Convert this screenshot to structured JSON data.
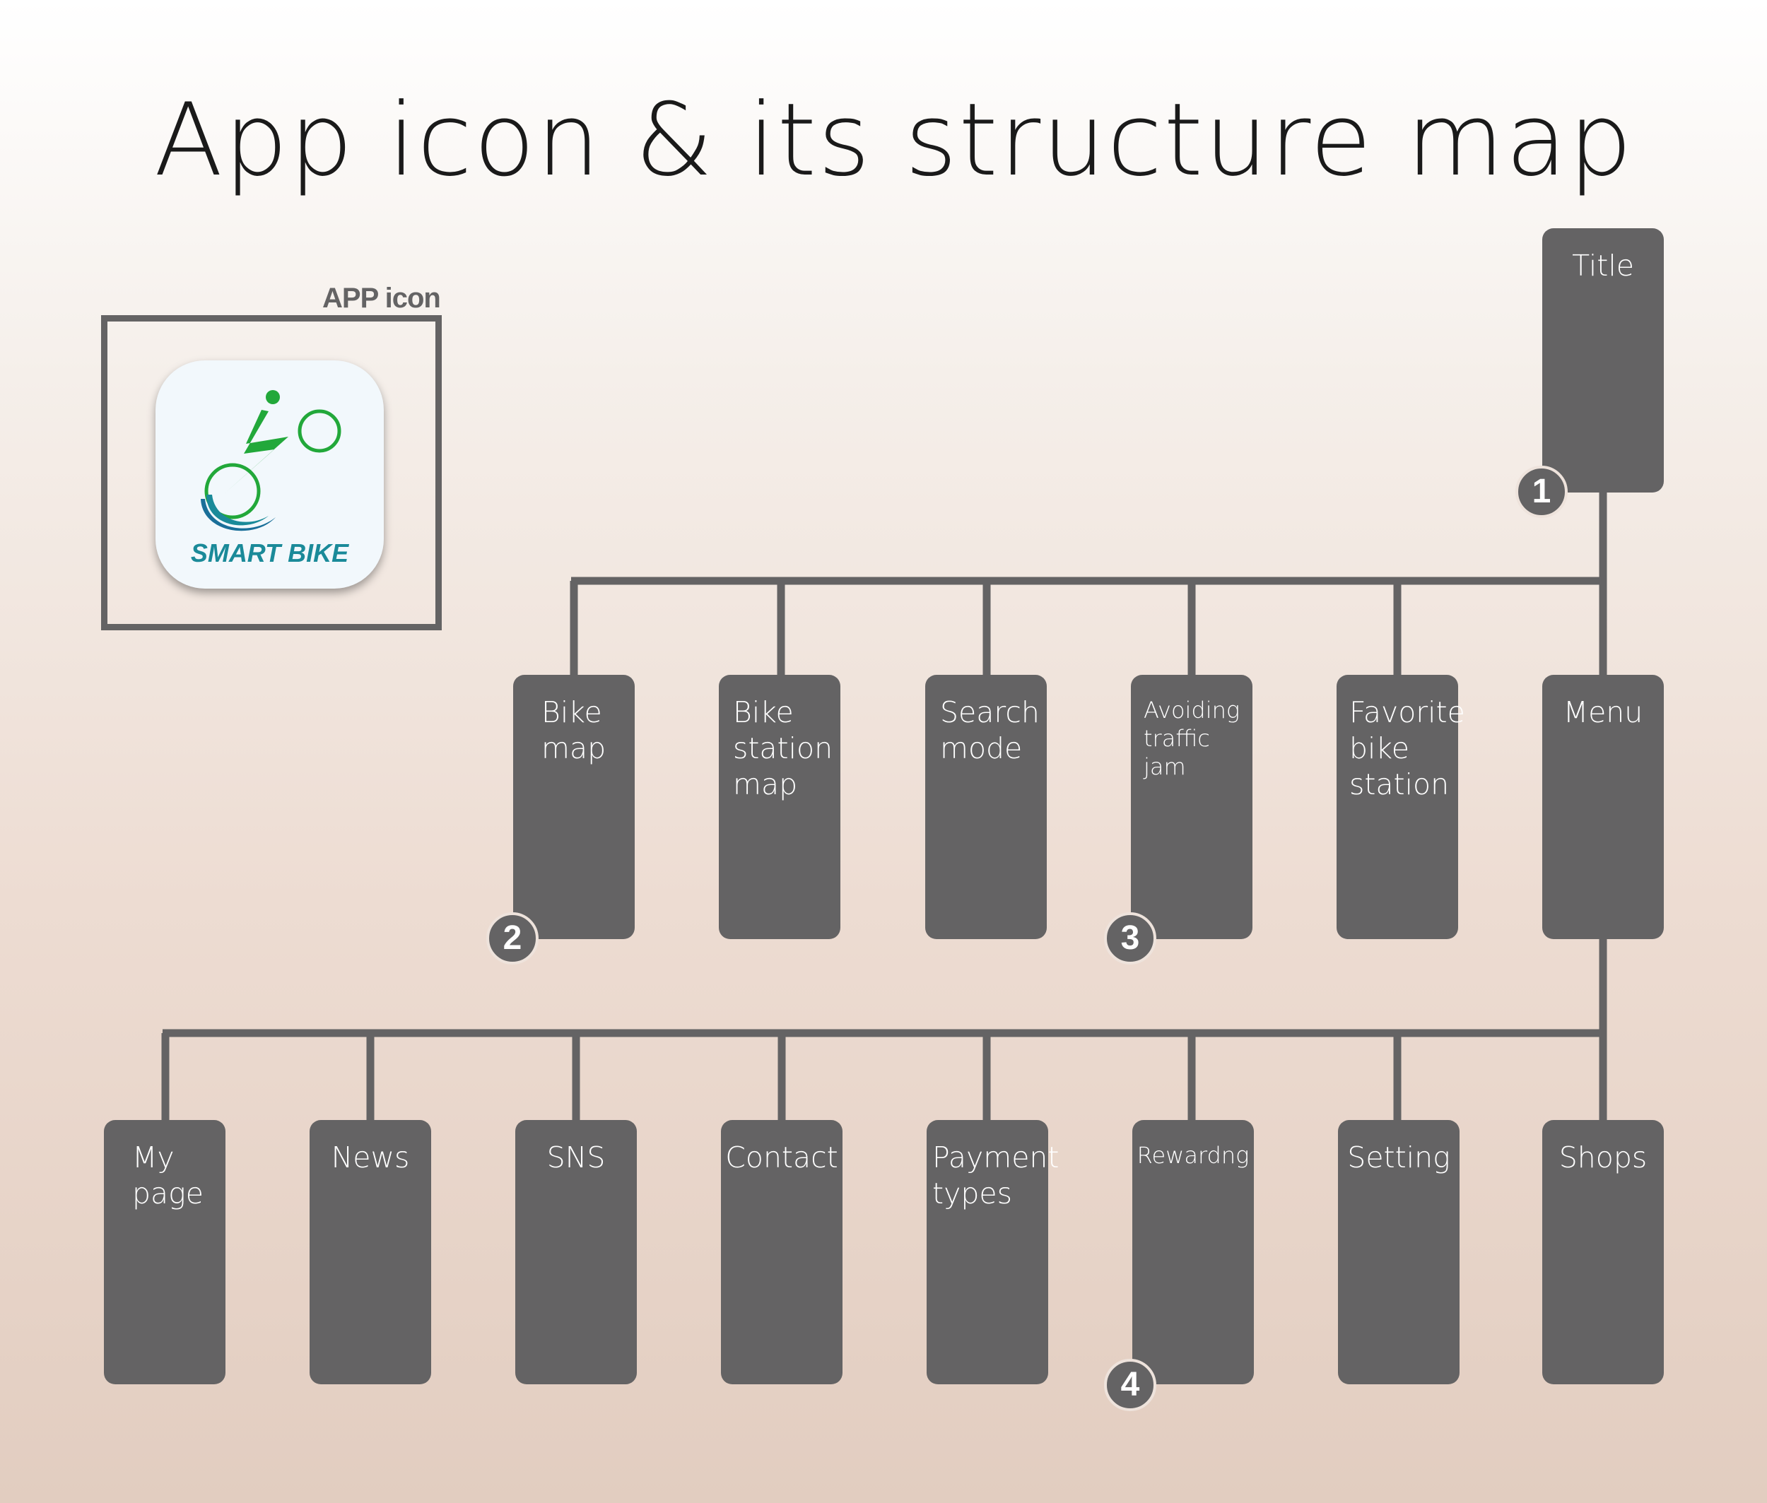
{
  "title": "App icon & its structure map",
  "app_icon": {
    "caption": "APP icon",
    "wordmark": "SMART BIKE",
    "colors": {
      "green": "#22a83a",
      "teal": "#1a8a99",
      "tile": "#f2f8fc"
    }
  },
  "colors": {
    "node": "#646364",
    "line": "#646364",
    "text": "#ffffff"
  },
  "nodes": {
    "title": "Title",
    "bike_map": "Bike\nmap",
    "bike_station_map": "Bike\nstation\nmap",
    "search_mode": "Search\nmode",
    "avoiding_traffic_jam": "Avoiding\ntraffic\njam",
    "favorite_bike_station": "Favorite\nbike\nstation",
    "menu": "Menu",
    "my_page": "My\npage",
    "news": "News",
    "sns": "SNS",
    "contact": "Contact",
    "payment_types": "Payment\ntypes",
    "rewarding": "Rewardng",
    "setting": "Setting",
    "shops": "Shops"
  },
  "badges": {
    "b1": "1",
    "b2": "2",
    "b3": "3",
    "b4": "4"
  }
}
